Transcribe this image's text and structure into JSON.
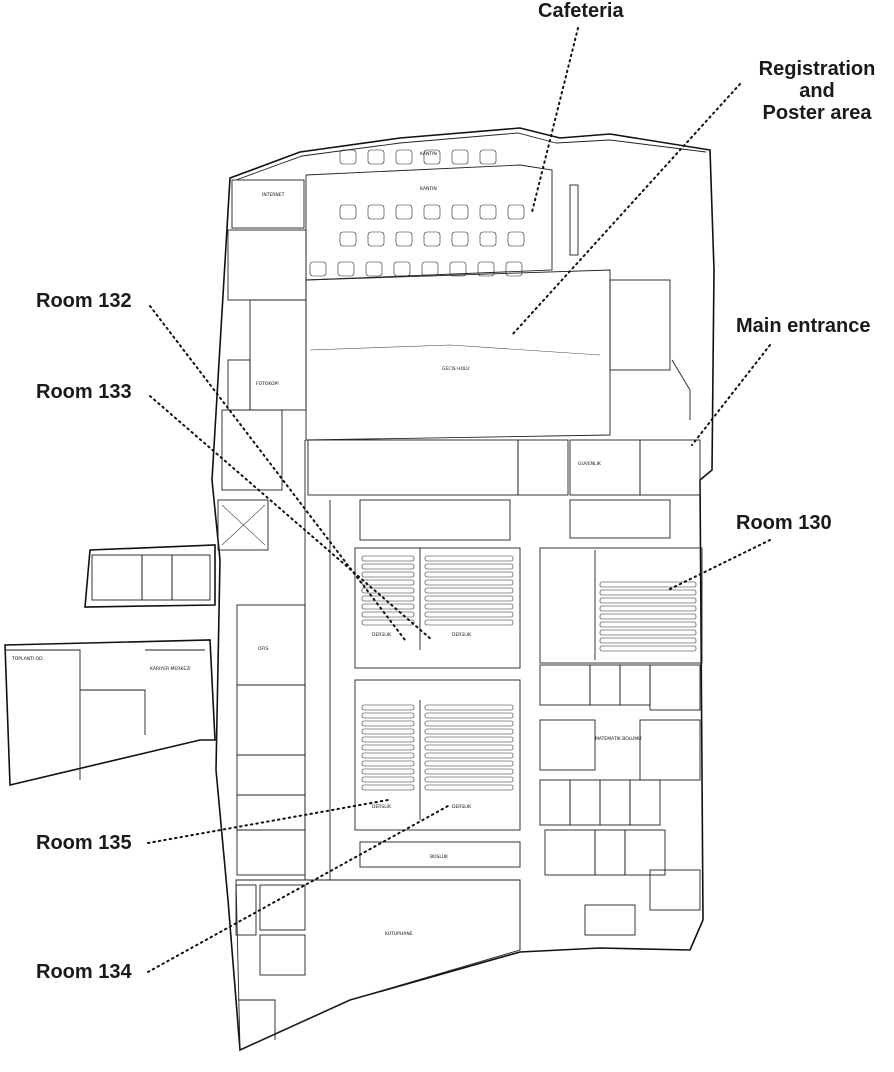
{
  "map": {
    "labels": {
      "cafeteria": "Cafeteria",
      "registration_line1": "Registration",
      "registration_line2": "and",
      "registration_line3": "Poster area",
      "main_entrance": "Main entrance",
      "room_132": "Room 132",
      "room_133": "Room 133",
      "room_130": "Room 130",
      "room_135": "Room 135",
      "room_134": "Room 134"
    },
    "plan_tags": {
      "kantin": "KANTIN",
      "gecis_holu": "GECIS HOLU",
      "dersluk": "DERSLIK",
      "kutuphane": "KUTUPHANE",
      "bosluk": "BOSLUK",
      "ofis": "OFIS",
      "internet": "INTERNET",
      "fotokopi": "FOTOKOPI",
      "guvenlik": "GUVENLIK",
      "kariyer": "KARIYER MERKEZI",
      "toplanti": "TOPLANTI OD.",
      "matematik": "MATEMATIK BOLUMU"
    },
    "colors": {
      "ink": "#111111",
      "background": "#ffffff"
    }
  }
}
